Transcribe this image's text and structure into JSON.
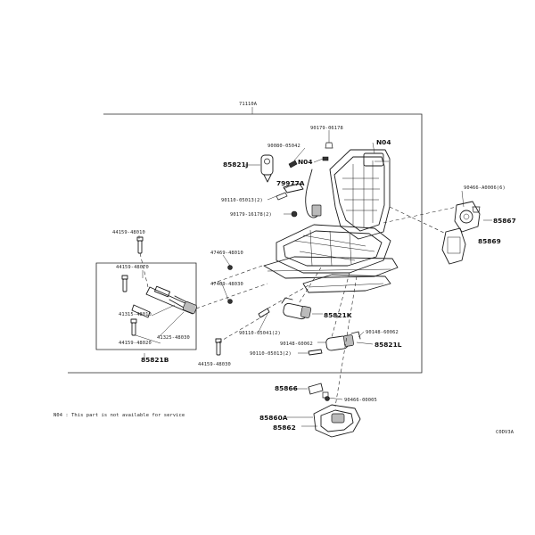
{
  "labels": {
    "assembly": "71110A",
    "bolt_90179_06178": "90179-06178",
    "bolt_90080_05042": "90080-05042",
    "n04_top": "N04",
    "n04_mid": "N04",
    "p85821J": "85821J",
    "p79977A": "79977A",
    "screw_90110_05013": "90110-05013(2)",
    "nut_90179_16178": "90179-16178(2)",
    "bolt_90466_a0006": "90466-A0006(6)",
    "p85867": "85867",
    "p85869": "85869",
    "bolt_44159_48010": "44159-48010",
    "bolt_44159_48070": "44159-48070",
    "nut_47469_48010": "47469-48010",
    "nut_47469_48030": "47469-48030",
    "p41315_48010": "41315-48010",
    "p41325_48030": "41325-48030",
    "bolt_44159_48020": "44159-48020",
    "p85821B": "85821B",
    "bolt_44159_48030": "44159-48030",
    "screw_90110_05041": "90110-05041(2)",
    "p85821K": "85821K",
    "bolt_90148_60062": "90148-60062",
    "bolt_90148_60062_b": "90148-60062",
    "p85821L": "85821L",
    "screw_90110_05013_b": "90110-05013(2)",
    "p85866": "85866",
    "bolt_90466_00005": "90466-00005",
    "p85860A": "85860A",
    "p85862": "85862",
    "note": "N04 : This part is not available for service",
    "diagram_code": "C0DV3A"
  }
}
